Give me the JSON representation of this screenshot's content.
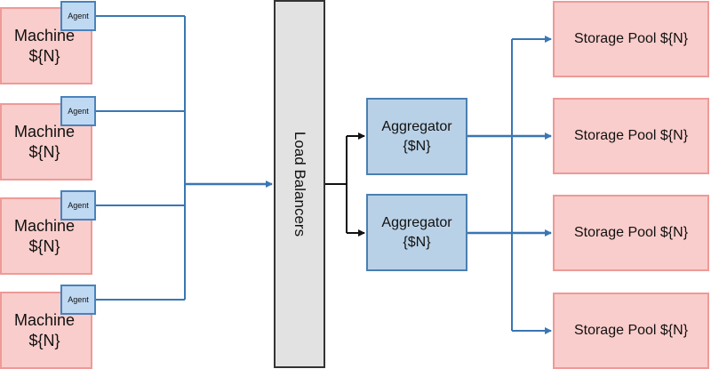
{
  "machines": [
    {
      "label": "Machine\n${N}",
      "agent": "Agent"
    },
    {
      "label": "Machine\n${N}",
      "agent": "Agent"
    },
    {
      "label": "Machine\n${N}",
      "agent": "Agent"
    },
    {
      "label": "Machine\n${N}",
      "agent": "Agent"
    }
  ],
  "load_balancer": {
    "label": "Load Balancers"
  },
  "aggregators": [
    {
      "label": "Aggregator\n{$N}"
    },
    {
      "label": "Aggregator\n{$N}"
    }
  ],
  "storage_pools": [
    {
      "label": "Storage Pool ${N}"
    },
    {
      "label": "Storage Pool ${N}"
    },
    {
      "label": "Storage Pool ${N}"
    },
    {
      "label": "Storage Pool ${N}"
    }
  ],
  "colors": {
    "machine_fill": "#f9cdcb",
    "machine_border": "#ee9a97",
    "agent_fill": "#bfd9f3",
    "aggregator_fill": "#b9d1e7",
    "connector_blue": "#3a76b3",
    "load_balancer_fill": "#e2e2e2"
  }
}
